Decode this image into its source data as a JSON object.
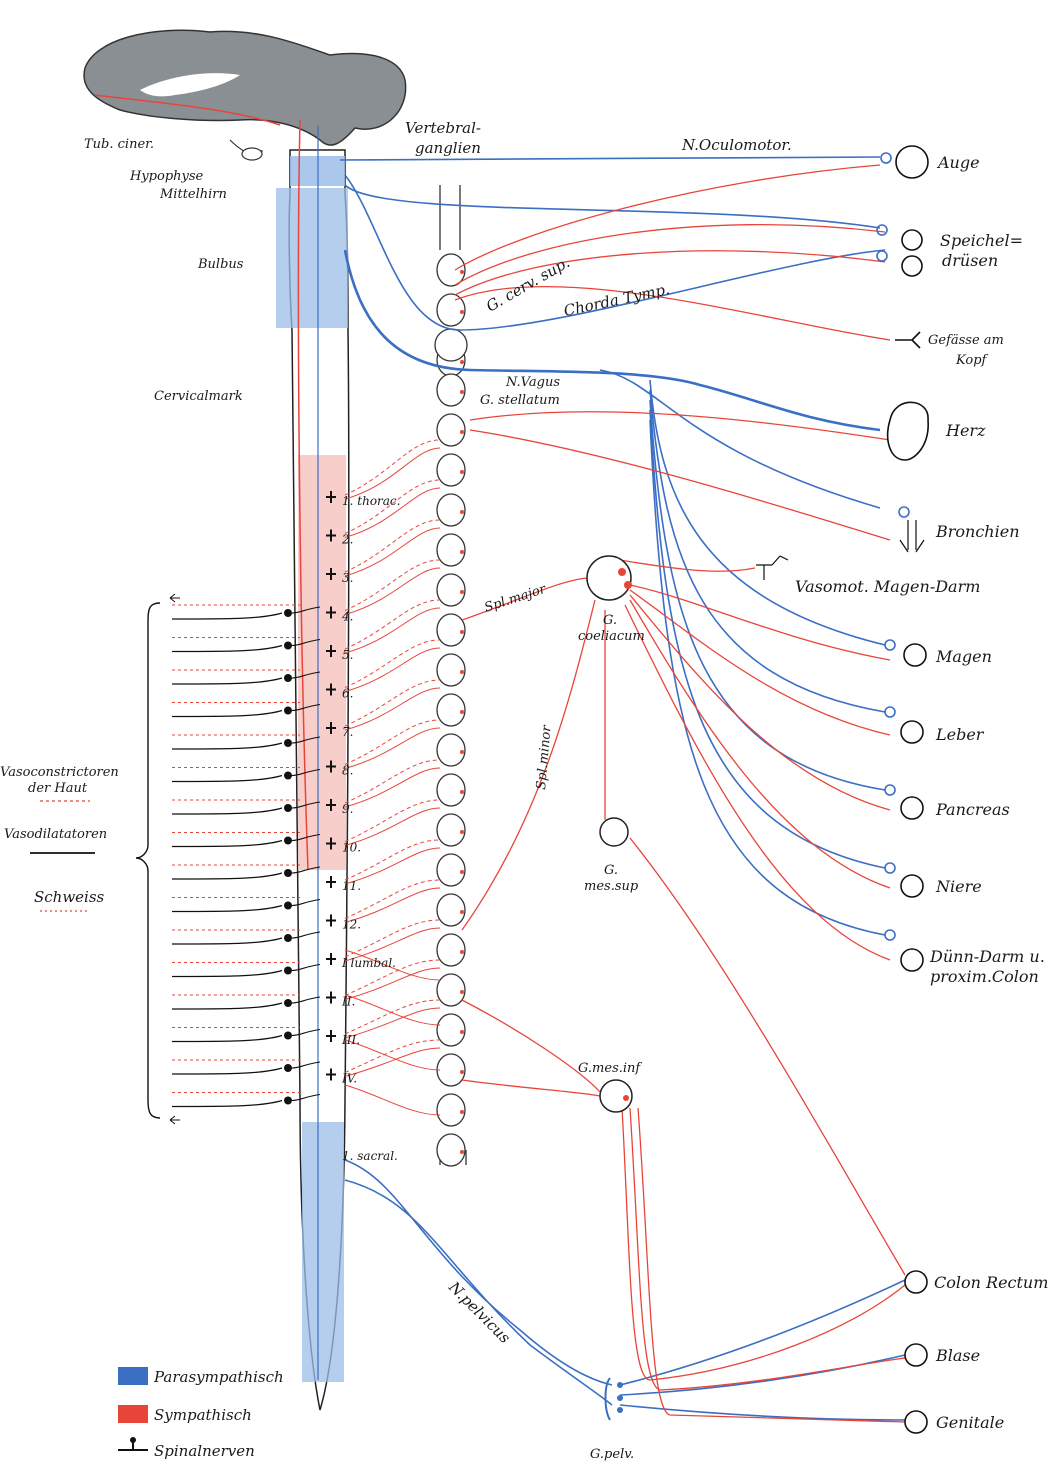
{
  "colors": {
    "parasympathetic": "#3b6fc4",
    "sympathetic": "#e8453a",
    "spinal": "#111111",
    "brain_fill": "#8a8f94",
    "para_band": "#9cbde8",
    "symp_band": "#f6c2bd"
  },
  "brain_labels": {
    "tub_ciner": "Tub. ciner.",
    "hypophyse": "Hypophyse",
    "mittelhirn": "Mittelhirn",
    "bulbus": "Bulbus",
    "cervicalmark": "Cervicalmark"
  },
  "ganglion_labels": {
    "vertebral_1": "Vertebral-",
    "vertebral_2": "ganglien",
    "g_cerv_sup": "G. cerv. sup.",
    "chorda_tymp": "Chorda Tymp.",
    "n_vagus": "N.Vagus",
    "g_stellatum": "G. stellatum",
    "n_oculomotor": "N.Oculomotor.",
    "spl_major": "Spl.major",
    "spl_minor": "Spl.minor",
    "g_coeliacum_1": "G.",
    "g_coeliacum_2": "coeliacum",
    "g_mes_sup_1": "G.",
    "g_mes_sup_2": "mes.sup",
    "g_mes_inf": "G.mes.inf",
    "n_pelvicus": "N.pelvicus",
    "g_pelv": "G.pelv."
  },
  "segment_labels": [
    "1. thorac.",
    "2.",
    "3.",
    "4.",
    "5.",
    "6.",
    "7.",
    "8.",
    "9.",
    "10.",
    "11.",
    "12.",
    "I lumbal.",
    "II.",
    "III.",
    "IV.",
    "1. sacral."
  ],
  "organs": {
    "auge": "Auge",
    "speichel_1": "Speichel=",
    "speichel_2": "drüsen",
    "gefaesse_1": "Gefässe am",
    "gefaesse_2": "Kopf",
    "herz": "Herz",
    "bronchien": "Bronchien",
    "vasomot": "Vasomot. Magen-Darm",
    "magen": "Magen",
    "leber": "Leber",
    "pancreas": "Pancreas",
    "niere": "Niere",
    "duenn_1": "Dünn-Darm u.",
    "duenn_2": "proxim.Colon",
    "colon_rectum": "Colon Rectum",
    "blase": "Blase",
    "genitale": "Genitale"
  },
  "skin_legend": {
    "vasoconstrictoren_1": "Vasoconstrictoren",
    "vasoconstrictoren_2": "der Haut",
    "vasodilatatoren": "Vasodilatatoren",
    "schweiss": "Schweiss"
  },
  "legend": {
    "parasympathisch": "Parasympathisch",
    "sympathisch": "Sympathisch",
    "spinalnerven": "Spinalnerven"
  }
}
